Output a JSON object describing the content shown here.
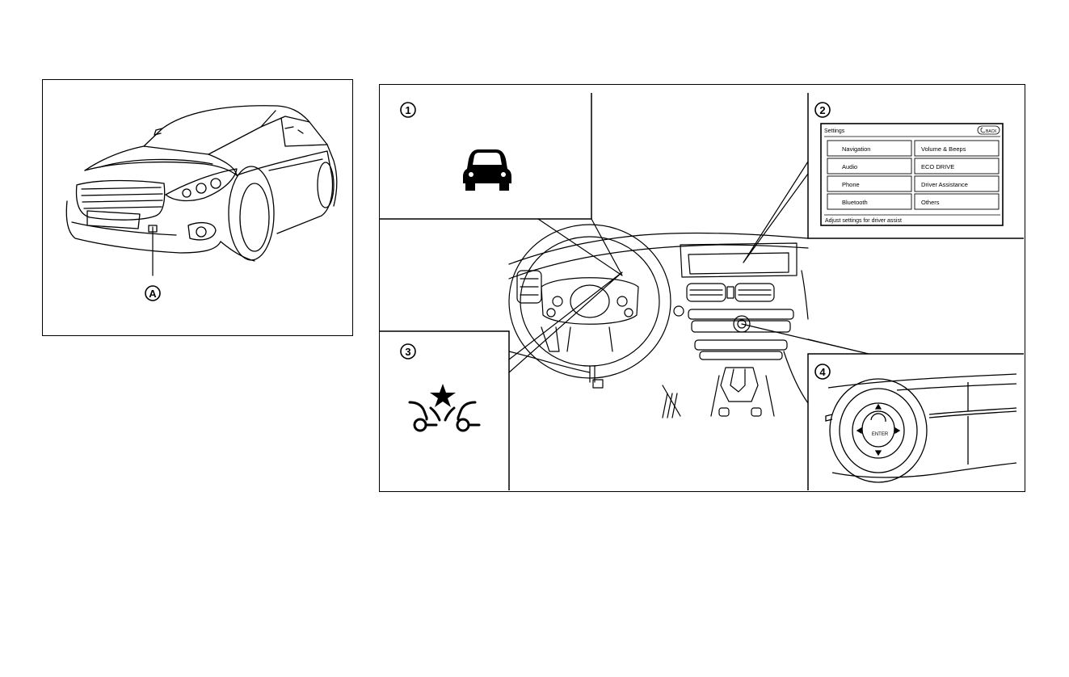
{
  "car_figure": {
    "callout_label": "A"
  },
  "dashboard_figure": {
    "inset1": {
      "number": "1",
      "icon": "vehicle-ahead-icon"
    },
    "inset2": {
      "number": "2",
      "screen_title": "Settings",
      "back_label": "BACK",
      "menu_items": [
        "Navigation",
        "Volume & Beeps",
        "Audio",
        "ECO DRIVE",
        "Phone",
        "Driver Assistance",
        "Bluetooth",
        "Others"
      ],
      "status_text": "Adjust settings for driver assist"
    },
    "inset3": {
      "number": "3",
      "icon": "forward-collision-warning-icon"
    },
    "inset4": {
      "number": "4",
      "controller_label": "ENTER"
    }
  }
}
